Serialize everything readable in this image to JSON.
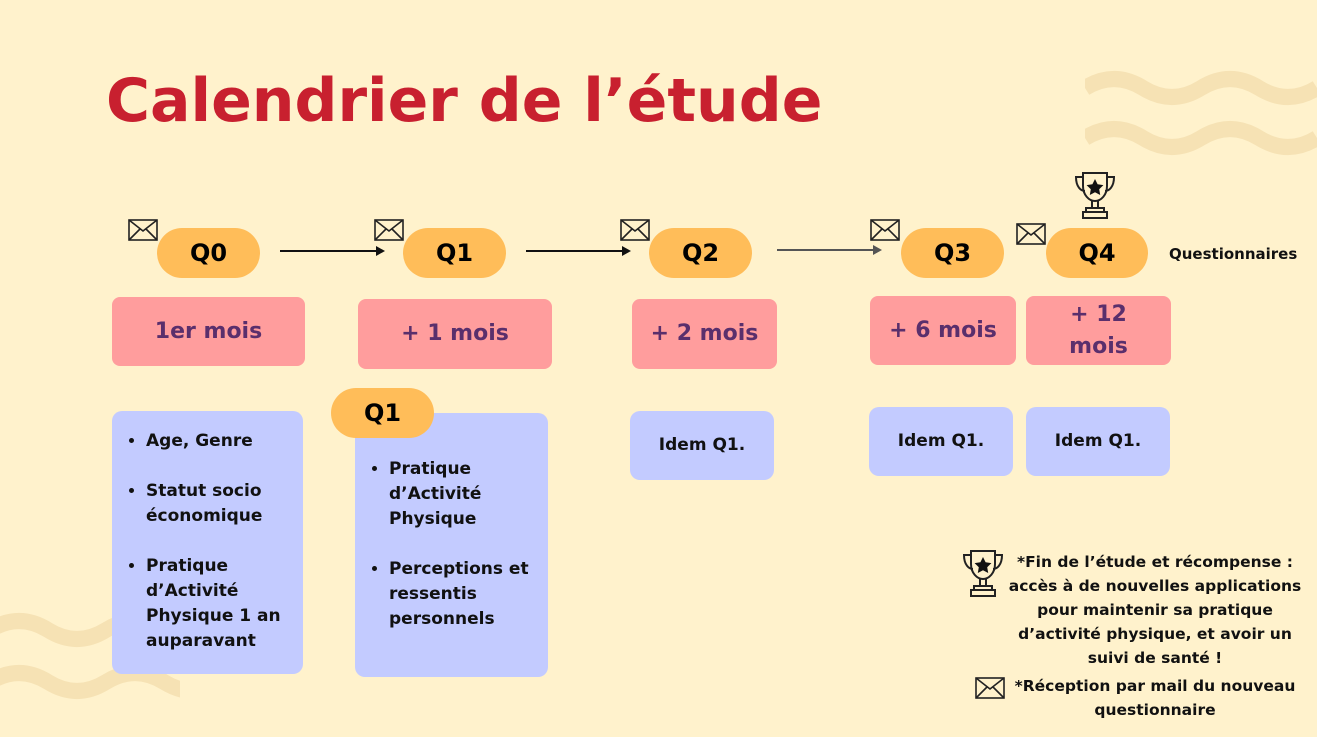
{
  "title": "Calendrier de l’étude",
  "side_label": "Questionnaires",
  "steps": [
    {
      "q": "Q0",
      "period": "1er mois"
    },
    {
      "q": "Q1",
      "period": "+ 1 mois"
    },
    {
      "q": "Q2",
      "period": "+ 2 mois"
    },
    {
      "q": "Q3",
      "period": "+ 6 mois"
    },
    {
      "q": "Q4",
      "period_line1": "+ 12",
      "period_line2": "mois"
    }
  ],
  "q0_details": [
    "Age, Genre",
    "Statut socio économique",
    "Pratique d’Activité Physique 1 an auparavant"
  ],
  "q1_tag": "Q1",
  "q1_details": [
    "Pratique d’Activité Physique",
    "Perceptions et ressentis personnels"
  ],
  "same_as_q1": "Idem Q1.",
  "legend": {
    "reward": [
      "*Fin de l’étude et récompense :",
      "accès à de nouvelles applications",
      "pour maintenir sa pratique",
      "d’activité physique, et avoir un",
      "suivi de santé !"
    ],
    "mail": [
      "*Réception par mail du nouveau",
      "questionnaire"
    ]
  },
  "colors": {
    "background": "#fff2cc",
    "title": "#c8202f",
    "pill": "#ffbd59",
    "period_box": "#ff9d9d",
    "period_text": "#5a2f6c",
    "detail_box": "#c3cbff",
    "wave": "#f6e2b4"
  },
  "icons": [
    "envelope-icon",
    "trophy-icon",
    "arrow-right-icon"
  ]
}
